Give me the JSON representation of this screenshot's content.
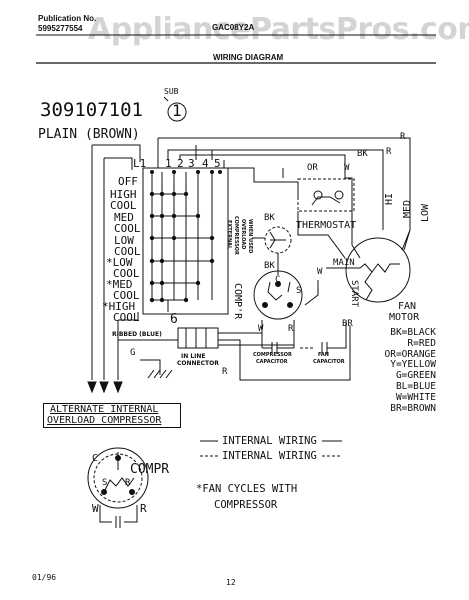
{
  "header": {
    "publication_label": "Publication No.",
    "publication_number": "5995277554",
    "model": "GAC08Y2A",
    "section_title": "WIRING DIAGRAM",
    "watermark": "AppliancePartsPros.com"
  },
  "diagram": {
    "part_number": "309107101",
    "sub_label": "SUB",
    "sub_number": "1",
    "plain_label": "PLAIN (BROWN)",
    "terminals": [
      "L1",
      "1",
      "2",
      "3",
      "4",
      "5"
    ],
    "switch_positions": [
      "OFF",
      "HIGH",
      "COOL",
      "MED",
      "COOL",
      "LOW",
      "COOL",
      "*LOW",
      "COOL",
      "*MED",
      "COOL",
      "*HIGH",
      "COOL"
    ],
    "six_label": "6",
    "thermostat_label": "THERMOSTAT",
    "overload_label": [
      "EXTERNAL",
      "COMPRESSOR",
      "OVERLOAD",
      "WHEN USED"
    ],
    "compressor_label": "COMP'R",
    "fan_motor_label": [
      "FAN",
      "MOTOR"
    ],
    "fan_speeds": [
      "HI",
      "MED",
      "LOW"
    ],
    "main_label": "MAIN",
    "start_label": "START",
    "ribbed_label": "RIBBED (BLUE)",
    "inline_connector_label": [
      "IN LINE",
      "CONNECTOR"
    ],
    "compressor_capacitor_label": [
      "COMPRESSOR",
      "CAPACITOR"
    ],
    "fan_capacitor_label": [
      "FAN",
      "CAPACITOR"
    ],
    "wire_labels": {
      "bk": "BK",
      "r": "R",
      "or": "OR",
      "w": "W",
      "br": "BR",
      "g": "G",
      "c": "C",
      "s": "S"
    }
  },
  "color_legend": [
    "BK=BLACK",
    "R=RED",
    "OR=ORANGE",
    "Y=YELLOW",
    "G=GREEN",
    "BL=BLUE",
    "W=WHITE",
    "BR=BROWN"
  ],
  "alternate": {
    "title_line1": "ALTERNATE INTERNAL",
    "title_line2": "OVERLOAD COMPRESSOR",
    "compr_label": "COMPR"
  },
  "wiring_key": {
    "line1": "INTERNAL WIRING",
    "line2": "INTERNAL WIRING",
    "note_line1": "*FAN CYCLES WITH",
    "note_line2": "COMPRESSOR"
  },
  "footer": {
    "date": "01/96",
    "page": "12"
  }
}
